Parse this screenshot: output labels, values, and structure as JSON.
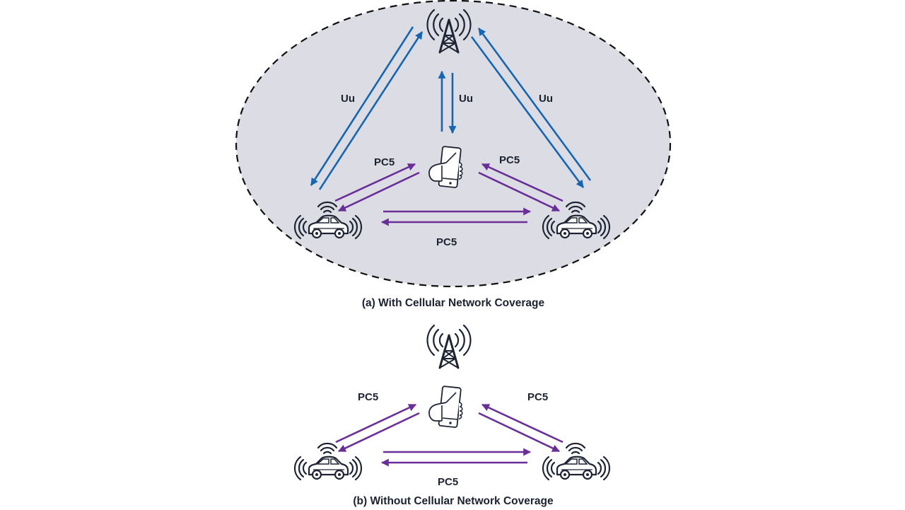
{
  "colors": {
    "uu_link": "#1565b3",
    "pc5_link": "#6a2e98",
    "coverage_fill": "#dcdde4",
    "coverage_border": "#111111",
    "icon": "#1e2433",
    "text": "#1c2230"
  },
  "panel_a": {
    "caption": "(a) With Cellular Network Coverage",
    "coverage_area": "cellular-coverage-ellipse",
    "nodes": {
      "base_station": "cell-tower-icon",
      "pedestrian": "smartphone-in-hand-icon",
      "vehicle_left": "connected-car-icon",
      "vehicle_right": "connected-car-icon"
    },
    "labels": {
      "uu_left": "Uu",
      "uu_center": "Uu",
      "uu_right": "Uu",
      "pc5_left": "PC5",
      "pc5_right": "PC5",
      "pc5_bottom": "PC5"
    },
    "links": [
      {
        "from": "base_station",
        "to": "vehicle_left",
        "type": "Uu"
      },
      {
        "from": "vehicle_left",
        "to": "base_station",
        "type": "Uu"
      },
      {
        "from": "pedestrian",
        "to": "base_station",
        "type": "Uu"
      },
      {
        "from": "base_station",
        "to": "pedestrian",
        "type": "Uu"
      },
      {
        "from": "base_station",
        "to": "vehicle_right",
        "type": "Uu"
      },
      {
        "from": "vehicle_right",
        "to": "base_station",
        "type": "Uu"
      },
      {
        "from": "vehicle_left",
        "to": "pedestrian",
        "type": "PC5"
      },
      {
        "from": "pedestrian",
        "to": "vehicle_left",
        "type": "PC5"
      },
      {
        "from": "vehicle_right",
        "to": "pedestrian",
        "type": "PC5"
      },
      {
        "from": "pedestrian",
        "to": "vehicle_right",
        "type": "PC5"
      },
      {
        "from": "vehicle_left",
        "to": "vehicle_right",
        "type": "PC5"
      },
      {
        "from": "vehicle_right",
        "to": "vehicle_left",
        "type": "PC5"
      }
    ]
  },
  "panel_b": {
    "caption": "(b) Without Cellular Network Coverage",
    "nodes": {
      "base_station": "cell-tower-icon",
      "pedestrian": "smartphone-in-hand-icon",
      "vehicle_left": "connected-car-icon",
      "vehicle_right": "connected-car-icon"
    },
    "labels": {
      "pc5_left": "PC5",
      "pc5_right": "PC5",
      "pc5_bottom": "PC5"
    },
    "links": [
      {
        "from": "vehicle_left",
        "to": "pedestrian",
        "type": "PC5"
      },
      {
        "from": "pedestrian",
        "to": "vehicle_left",
        "type": "PC5"
      },
      {
        "from": "vehicle_right",
        "to": "pedestrian",
        "type": "PC5"
      },
      {
        "from": "pedestrian",
        "to": "vehicle_right",
        "type": "PC5"
      },
      {
        "from": "vehicle_left",
        "to": "vehicle_right",
        "type": "PC5"
      },
      {
        "from": "vehicle_right",
        "to": "vehicle_left",
        "type": "PC5"
      }
    ]
  }
}
